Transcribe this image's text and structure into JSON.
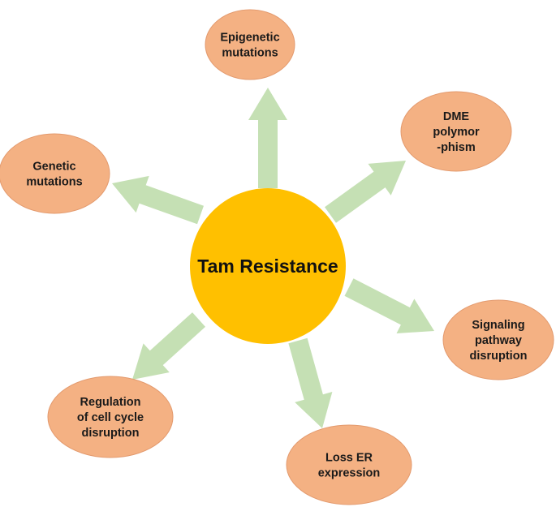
{
  "diagram": {
    "center": {
      "label": "Tam Resistance",
      "color": "#FFC000"
    },
    "node_color": "#F4B183",
    "node_border_color": "#E39A6E",
    "arrow_color": "#C5E0B4",
    "nodes": [
      {
        "id": "epigenetic",
        "lines": [
          "Epigenetic",
          "mutations"
        ]
      },
      {
        "id": "dme",
        "lines": [
          "DME",
          "polymor",
          "-phism"
        ]
      },
      {
        "id": "signaling",
        "lines": [
          "Signaling",
          "pathway",
          "disruption"
        ]
      },
      {
        "id": "loss-er",
        "lines": [
          "Loss ER",
          "expression"
        ]
      },
      {
        "id": "cell-cycle",
        "lines": [
          "Regulation",
          "of cell cycle",
          "disruption"
        ]
      },
      {
        "id": "genetic",
        "lines": [
          "Genetic",
          "mutations"
        ]
      }
    ]
  }
}
